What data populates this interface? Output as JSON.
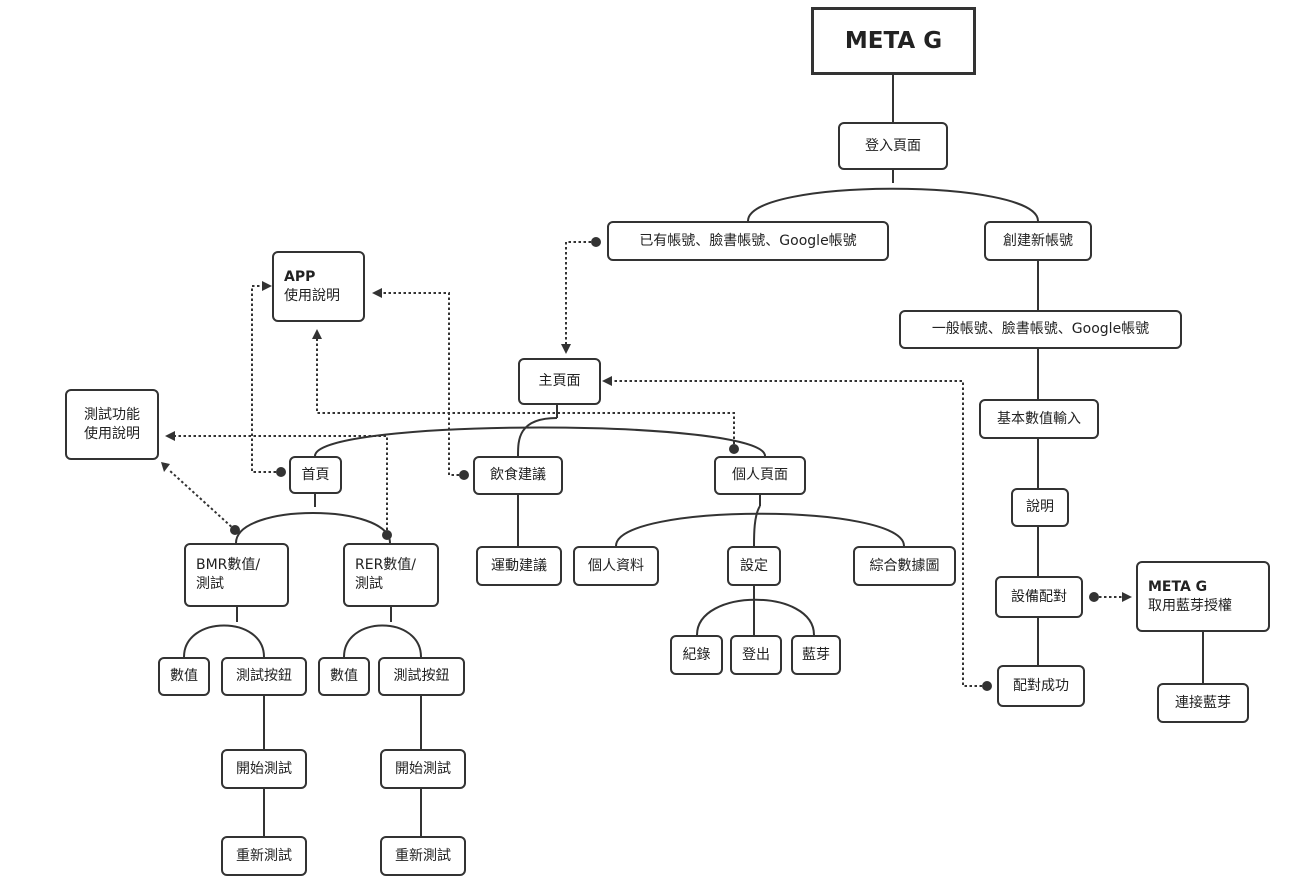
{
  "nodes": {
    "root": "META G",
    "login": "登入頁面",
    "existing_account": "已有帳號、臉書帳號、Google帳號",
    "create_account": "創建新帳號",
    "account_types": "一般帳號、臉書帳號、Google帳號",
    "basic_input": "基本數值輸入",
    "explain": "說明",
    "device_pair": "設備配對",
    "pair_success": "配對成功",
    "metag_bt_title": "META G",
    "metag_bt_text": "取用藍芽授權",
    "connect_bt": "連接藍芽",
    "app_title": "APP",
    "app_text": "使用說明",
    "test_guide_line1": "測試功能",
    "test_guide_line2": "使用說明",
    "main_page": "主頁面",
    "home": "首頁",
    "diet": "飲食建議",
    "personal_page": "個人頁面",
    "bmr_line1": "BMR數值/",
    "bmr_line2": "測試",
    "rer_line1": "RER數值/",
    "rer_line2": "測試",
    "exercise": "運動建議",
    "profile": "個人資料",
    "settings": "設定",
    "stats_chart": "綜合數據圖",
    "records": "紀錄",
    "logout": "登出",
    "bluetooth": "藍芽",
    "bmr_value": "數值",
    "bmr_test_button": "測試按鈕",
    "rer_value": "數值",
    "rer_test_button": "測試按鈕",
    "bmr_start": "開始測試",
    "rer_start": "開始測試",
    "bmr_retest": "重新測試",
    "rer_retest": "重新測試"
  }
}
